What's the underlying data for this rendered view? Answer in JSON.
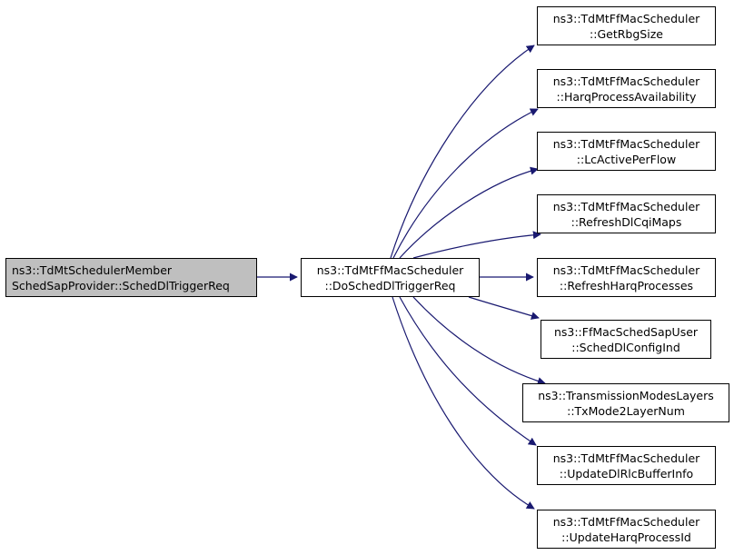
{
  "graph": {
    "edge_color": "#191970",
    "root_fill": "#bfbfbf",
    "nodes": [
      {
        "id": "caller",
        "line1": "ns3::TdMtSchedulerMember",
        "line2": "SchedSapProvider::SchedDlTriggerReq"
      },
      {
        "id": "center",
        "line1": "ns3::TdMtFfMacScheduler",
        "line2": "::DoSchedDlTriggerReq"
      },
      {
        "id": "callee1",
        "line1": "ns3::TdMtFfMacScheduler",
        "line2": "::GetRbgSize"
      },
      {
        "id": "callee2",
        "line1": "ns3::TdMtFfMacScheduler",
        "line2": "::HarqProcessAvailability"
      },
      {
        "id": "callee3",
        "line1": "ns3::TdMtFfMacScheduler",
        "line2": "::LcActivePerFlow"
      },
      {
        "id": "callee4",
        "line1": "ns3::TdMtFfMacScheduler",
        "line2": "::RefreshDlCqiMaps"
      },
      {
        "id": "callee5",
        "line1": "ns3::TdMtFfMacScheduler",
        "line2": "::RefreshHarqProcesses"
      },
      {
        "id": "callee6",
        "line1": "ns3::FfMacSchedSapUser",
        "line2": "::SchedDlConfigInd"
      },
      {
        "id": "callee7",
        "line1": "ns3::TransmissionModesLayers",
        "line2": "::TxMode2LayerNum"
      },
      {
        "id": "callee8",
        "line1": "ns3::TdMtFfMacScheduler",
        "line2": "::UpdateDlRlcBufferInfo"
      },
      {
        "id": "callee9",
        "line1": "ns3::TdMtFfMacScheduler",
        "line2": "::UpdateHarqProcessId"
      }
    ]
  }
}
